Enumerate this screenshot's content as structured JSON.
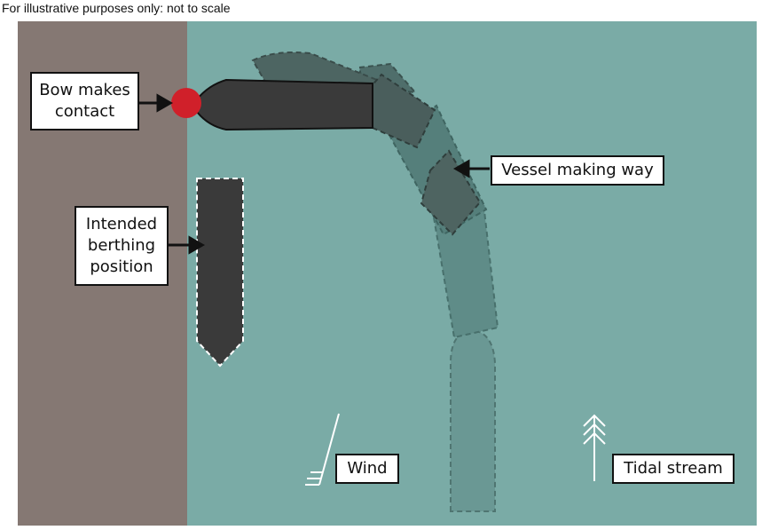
{
  "caption": "For illustrative purposes only: not to scale",
  "labels": {
    "bow_contact": "Bow makes\ncontact",
    "vessel_making_way": "Vessel making way",
    "intended_berthing": "Intended\nberthing\nposition",
    "wind": "Wind",
    "tidal_stream": "Tidal stream"
  },
  "colors": {
    "water": "#7aaba6",
    "quay": "#857873",
    "vessel": "#3a3a3a",
    "contact_point": "#d0202a",
    "ghost_vessel": "#5e8f8b"
  }
}
